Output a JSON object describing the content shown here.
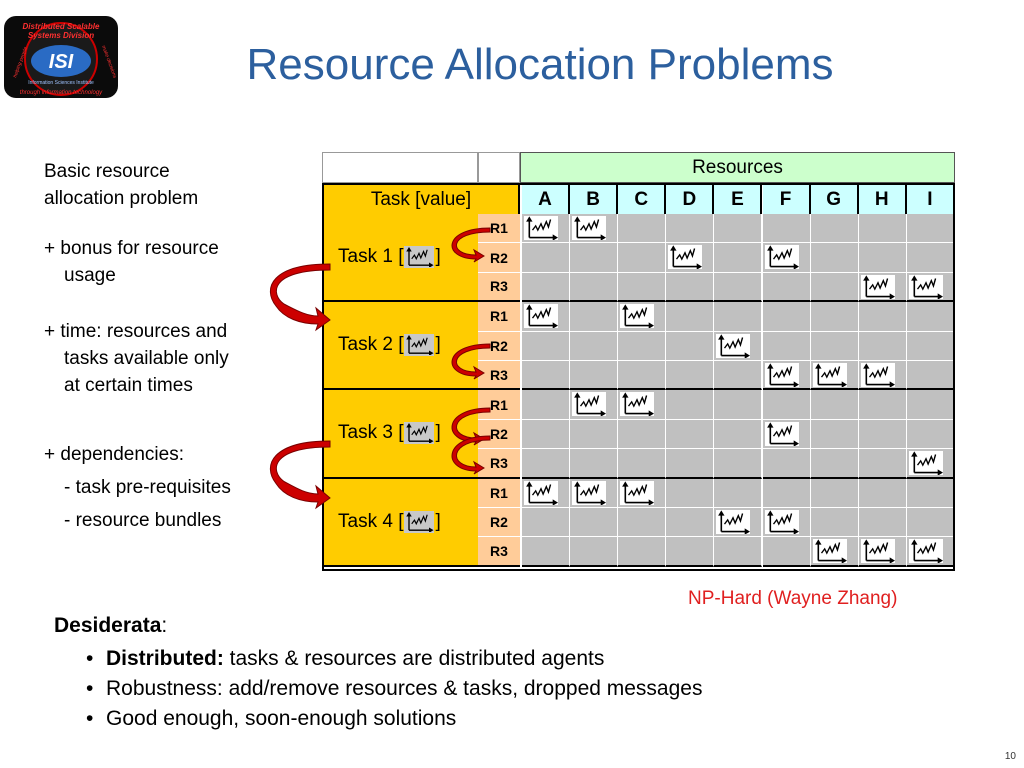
{
  "title": "Resource Allocation Problems",
  "logo": {
    "line1": "Distributed Scalable",
    "line2": "Systems Division",
    "mark": "ISI",
    "sub": "Information Sciences Institute",
    "arc_bottom": "through information technology",
    "arc_left": "helping people",
    "arc_right": "make decisions"
  },
  "left_text": {
    "basic_line1": "Basic resource",
    "basic_line2": "allocation problem",
    "bonus_line1": "+ bonus for resource",
    "bonus_line2": "usage",
    "time_line1": "+ time: resources and",
    "time_line2": "tasks available only",
    "time_line3": "at certain times",
    "dep_line": "+ dependencies:",
    "dep_sub1": "- task pre-requisites",
    "dep_sub2": "- resource bundles"
  },
  "table": {
    "resources_header": "Resources",
    "task_header": "Task [value]",
    "columns": [
      "A",
      "B",
      "C",
      "D",
      "E",
      "F",
      "G",
      "H",
      "I"
    ],
    "tasks": [
      {
        "label": "Task 1 [",
        "close": "]"
      },
      {
        "label": "Task 2 [",
        "close": "]"
      },
      {
        "label": "Task 3 [",
        "close": "]"
      },
      {
        "label": "Task 4 [",
        "close": "]"
      }
    ],
    "row_labels": [
      "R1",
      "R2",
      "R3"
    ],
    "filled_cells": [
      [
        [
          0,
          1
        ],
        [
          3,
          5
        ],
        [
          7,
          8
        ]
      ],
      [
        [
          0,
          2
        ],
        [
          4
        ],
        [
          5,
          6,
          7
        ]
      ],
      [
        [
          1,
          2
        ],
        [
          5
        ],
        [
          8
        ]
      ],
      [
        [
          0,
          1,
          2
        ],
        [
          4,
          5
        ],
        [
          6,
          7,
          8
        ]
      ]
    ]
  },
  "nphard": "NP-Hard (Wayne Zhang)",
  "desiderata": {
    "heading": "Desiderata",
    "colon": ":",
    "items": [
      {
        "bold": "Distributed:",
        "rest": " tasks & resources are distributed agents"
      },
      {
        "bold": "",
        "rest": "Robustness: add/remove resources & tasks, dropped messages"
      },
      {
        "bold": "",
        "rest": "Good enough, soon-enough solutions"
      }
    ]
  },
  "page_number": "10",
  "colors": {
    "title": "#2c5f9e",
    "task_fill": "#ffcc00",
    "row_label_fill": "#ffcc99",
    "column_header_fill": "#ccffff",
    "resources_header_fill": "#ccffcc",
    "grid_fill": "#c0c0c0",
    "arrow": "#cc0000",
    "nphard": "#e02020"
  },
  "icons": {
    "utility_curve": "utility-curve-icon",
    "dependency_arrow": "curved-arrow-icon"
  }
}
